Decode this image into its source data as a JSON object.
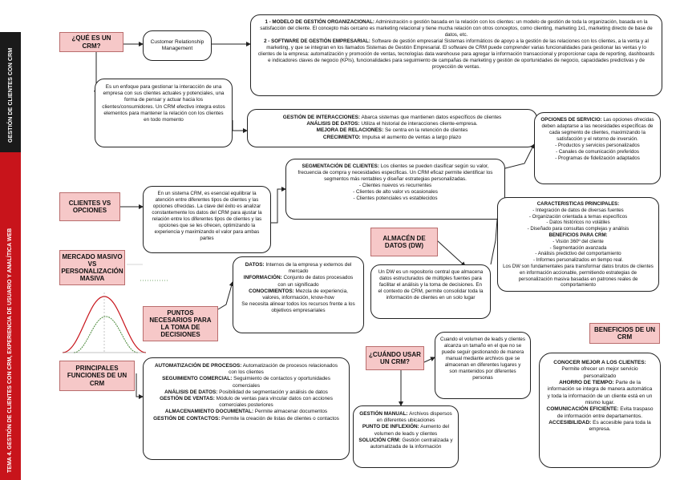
{
  "sidebar": {
    "top_label": "GESTIÓN DE CLIENTES CON CRM",
    "main_label": "TEMA 4. GESTIÓN DE CLIENTES CON CRM, EXPERIENCIA DE USUARIO Y ANALÍTICA WEB"
  },
  "nodes": {
    "que_es": "¿QUÉ ES UN CRM?",
    "crm_full": "Customer Relationship Management",
    "modelos": [
      {
        "bold": "1 - MODELO DE GESTIÓN ORGANIZACIONAL:",
        "text": " Administración o gestión basada en la relación con los clientes: un modelo de gestión de toda la organización, basada en la satisfacción del cliente. El concepto más cercano es marketing relacional y tiene mucha relación con otros conceptos, como clienting, marketing 1x1, marketing directo de base de datos, etc."
      },
      {
        "bold": "2 - SOFTWARE DE GESTIÓN EMPRESARIAL:",
        "text": " Software de gestión empresarial Sistemas informáticos de apoyo a la gestión de las relaciones con los clientes, a la venta y al marketing, y que se integran en los llamados Sistemas de Gestión Empresarial. El software de CRM puede comprender varias funcionalidades para gestionar las ventas y lo clientes de la empresa: automatización y promoción de ventas, tecnologías data warehouse para agregar la información transaccional y proporcionar capa de reporting, dashboards e indicadores claves de negocio (KPIs), funcionalidades para seguimiento de campañas de marketing y gestión de oportunidades de negocio, capacidades predictivas y de proyección de ventas."
      }
    ],
    "enfoque": "Es un enfoque para gestionar la interacción de una empresa con sus clientes actuales y potenciales, una forma de pensar y actuar hacia los clientes/consumidores. Un CRM efectivo integra estos elementos para mantener la relación con los clientes en todo momento",
    "gestion_interacciones": [
      {
        "bold": "GESTIÓN DE INTERACCIONES:",
        "text": " Abarca sistemas que mantienen datos específicos de clientes"
      },
      {
        "bold": "ANÁLISIS DE DATOS:",
        "text": " Utiliza el historial de interacciones cliente-empresa."
      },
      {
        "bold": "MEJORA DE RELACIONES:",
        "text": " Se centra en la retención de clientes"
      },
      {
        "bold": "CRECIMIENTO:",
        "text": " Impulsa el aumento de ventas a largo plazo"
      }
    ],
    "clientes_vs": "CLIENTES VS OPCIONES",
    "sistema_crm": "En un sistema CRM, es esencial equilibrar la atención entre diferentes tipos de clientes y las opciones ofrecidas. La clave del éxito es analizar constantemente los datos del CRM para ajustar la relación entre los diferentes tipos de clientes y las opciones que se les ofrecen, optimizando la experiencia y maximizando el valor para ambas partes",
    "segmentacion": {
      "bold": "SEGMENTACIÓN DE CLIENTES:",
      "text": " Los clientes se pueden clasificar según su valor, frecuencia de compra y necesidades específicas. Un CRM eficaz permite identificar los segmentos más rentables y diseñar estrategias personalizadas.",
      "items": [
        "- Clientes nuevos vs recurrentes",
        "- Clientes de alto valor vs ocasionales",
        "- Clientes potenciales vs establecidos"
      ]
    },
    "opciones_servicio": {
      "bold": "OPCIONES DE SERVICIO:",
      "text": " Las opciones ofrecidas deben adaptarse a las necesidades específicas de cada segmento de clientes, maximizando la satisfacción y el retorno de inversión.",
      "items": [
        "- Productos y servicios personalizados",
        "- Canales de comunicación preferidos",
        "- Programas de fidelización adaptados"
      ]
    },
    "caracteristicas": [
      "CARACTERISTICAS PRINCIPALES:",
      "- Integración de datos de diversas fuentes",
      "- Organización orientada a temas específicos",
      "- Datos históricos no volátiles",
      "- Diseñado para consultas complejas y análisis",
      "BENEFICIOS PARA CRM:",
      "- Visión 360º del cliente",
      "- Segmentación avanzada",
      "- Análisis predictivo del comportamiento",
      "- Informes personalizados en tiempo real.",
      "Los DW son fundamentales para transformar datos brutos de clientes en información accionable, permitiendo estrategias de personalización masiva basadas en patrones reales de comportamiento"
    ],
    "almacen": "ALMACÉN DE DATOS (DW)",
    "dw_repo": "Un DW es un repositorio central que almacena datos estructurados de múltiples fuentes para facilitar el análisis y la toma de decisiones. En el contexto de CRM, permite consolidar toda la información de clientes en un solo lugar",
    "mercado_masivo": "MERCADO MASIVO VS PERSONALIZACIÓN MASIVA",
    "puntos": "PUNTOS NECESARIOS PARA LA TOMA DE DECISIONES",
    "datos": [
      {
        "bold": "DATOS:",
        "text": " Internos de la empresa y externos del mercado"
      },
      {
        "bold": "INFORMACIÓN:",
        "text": " Conjunto de datos procesados con un significado"
      },
      {
        "bold": "CONOCIMIENTOS:",
        "text": " Mezcla de experiencia, valores, información, know-how"
      },
      {
        "bold": "",
        "text": "Se necesita alinear todos los recursos frente a los objetivos empresariales"
      }
    ],
    "beneficios": "BENEFICIOS DE UN CRM",
    "beneficios_detalle": [
      {
        "bold": "CONOCER MEJOR A LOS CLIENTES:",
        "text": " Permite ofrecer un mejor servicio personalizado"
      },
      {
        "bold": "AHORRO DE TIEMPO:",
        "text": " Parte de la información se integra de manera automática y toda la información de un cliente está en un mismo lugar."
      },
      {
        "bold": "COMUNICACIÓN EFICIENTE:",
        "text": " Evita traspaso de información entre departamentos."
      },
      {
        "bold": "ACCESIBILIDAD:",
        "text": " Es accesible para toda la empresa."
      }
    ],
    "cuando_usar": "¿CUÁNDO USAR UN CRM?",
    "cuando_detalle": "Cuando el volumen de leads y clientes alcanza un tamaño en el que no se puede seguir gestionando de manera manual mediante archivos que se almacenan en diferentes lugares y son mantenidos por diferentes personas",
    "gestion_manual": [
      {
        "bold": "GESTIÓN MANUAL:",
        "text": " Archivos dispersos en diferentes ubicaciones"
      },
      {
        "bold": "PUNTO DE INFLEXIÓN:",
        "text": " Aumento del volumen de leads y clientes"
      },
      {
        "bold": "SOLUCIÓN CRM:",
        "text": " Gestión centralizada y automatizada de la información"
      }
    ],
    "principales": "PRINCIPALES FUNCIONES DE UN CRM",
    "funciones": [
      {
        "bold": "AUTOMATIZACIÓN DE PROCESOS:",
        "text": " Automatización de procesos relacionados con los clientes"
      },
      {
        "bold": "SEGUIMIENTO COMERCIAL:",
        "text": " Seguimiento de contactos y oportunidades comerciales"
      },
      {
        "bold": "ANÁLISIS DE DATOS:",
        "text": " Posibilidad de segmentación y análisis de datos"
      },
      {
        "bold": "GESTIÓN DE VENTAS:",
        "text": " Módulo de ventas para vincular datos con acciones comerciales posteriores"
      },
      {
        "bold": "ALMACENAMIENTO DOCUMENTAL:",
        "text": " Permite almacenar documentos"
      },
      {
        "bold": "GESTIÓN DE CONTACTOS:",
        "text": " Permite la creación de listas de clientes o contactos"
      }
    ]
  },
  "colors": {
    "red": "#c8141b",
    "pink": "#f6c8c8",
    "dark": "#1a1a1a"
  }
}
